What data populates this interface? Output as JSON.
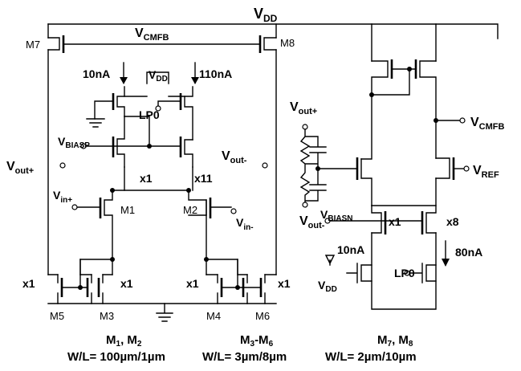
{
  "supplies": {
    "vdd": "V",
    "vdd_sub": "DD",
    "gnd": "ground"
  },
  "cmfb_label": {
    "main": "V",
    "sub": "CMFB"
  },
  "transistors": {
    "m7": "M7",
    "m8": "M8",
    "m1": "M1",
    "m2": "M2",
    "m3": "M3",
    "m4": "M4",
    "m5": "M5",
    "m6": "M6"
  },
  "bias_left": {
    "i1": "10nA",
    "i2": "110nA",
    "vdd": "V",
    "vdd_sub": "DD",
    "lp": "LP0",
    "biasp": "V",
    "biasp_sub": "BIASP",
    "x1": "x1",
    "x11": "x11"
  },
  "ports": {
    "vout_plus_main": "V",
    "vout_plus_sub": "out+",
    "vout_minus_main": "V",
    "vout_minus_sub": "out-",
    "vin_plus_main": "V",
    "vin_plus_sub": "in+",
    "vin_minus_main": "V",
    "vin_minus_sub": "in-"
  },
  "mirror_ratios": {
    "m5": "x1",
    "m3": "x1",
    "m4": "x1",
    "m6": "x1"
  },
  "cmfb_circuit": {
    "vout_plus_main": "V",
    "vout_plus_sub": "out+",
    "vout_minus_main": "V",
    "vout_minus_sub": "out-",
    "vcmfb_main": "V",
    "vcmfb_sub": "CMFB",
    "vref_main": "V",
    "vref_sub": "REF",
    "biasn_main": "V",
    "biasn_sub": "BIASN",
    "x1": "x1",
    "x8": "x8",
    "i1": "10nA",
    "i2": "80nA",
    "vdd": "V",
    "vdd_sub": "DD",
    "lp": "LP0"
  },
  "sizing": {
    "m12_title": "M",
    "m12_s1": "1",
    "m12_sep": ", M",
    "m12_s2": "2",
    "m12_wl": "W/L= 100µm/1µm",
    "m36_title": "M",
    "m36_s1": "3",
    "m36_sep": "-M",
    "m36_s2": "6",
    "m36_wl": "W/L= 3µm/8µm",
    "m78_title": "M",
    "m78_s1": "7",
    "m78_sep": ", M",
    "m78_s2": "8",
    "m78_wl": "W/L= 2µm/10µm"
  }
}
